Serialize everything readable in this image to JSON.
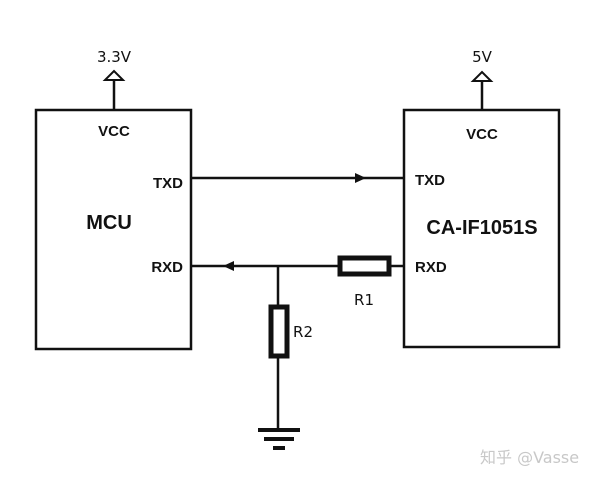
{
  "diagram": {
    "type": "circuit-schematic",
    "mcu": {
      "name": "MCU",
      "pins": {
        "vcc": "VCC",
        "txd": "TXD",
        "rxd": "RXD"
      },
      "supply": "3.3V"
    },
    "transceiver": {
      "name": "CA-IF1051S",
      "pins": {
        "vcc": "VCC",
        "txd": "TXD",
        "rxd": "RXD"
      },
      "supply": "5V"
    },
    "resistors": [
      {
        "label": "R1",
        "position": "series on RXD line"
      },
      {
        "label": "R2",
        "position": "RXD line to ground"
      }
    ],
    "connections": [
      {
        "from": "MCU.TXD",
        "to": "CA-IF1051S.TXD",
        "direction": "right"
      },
      {
        "from": "CA-IF1051S.RXD",
        "to": "MCU.RXD",
        "via": "R1",
        "direction": "left"
      }
    ],
    "ground": "ground-symbol"
  },
  "watermark": "知乎 @Vasse",
  "colors": {
    "line": "#111111",
    "background": "#ffffff",
    "watermark": "#c8c8c8"
  }
}
